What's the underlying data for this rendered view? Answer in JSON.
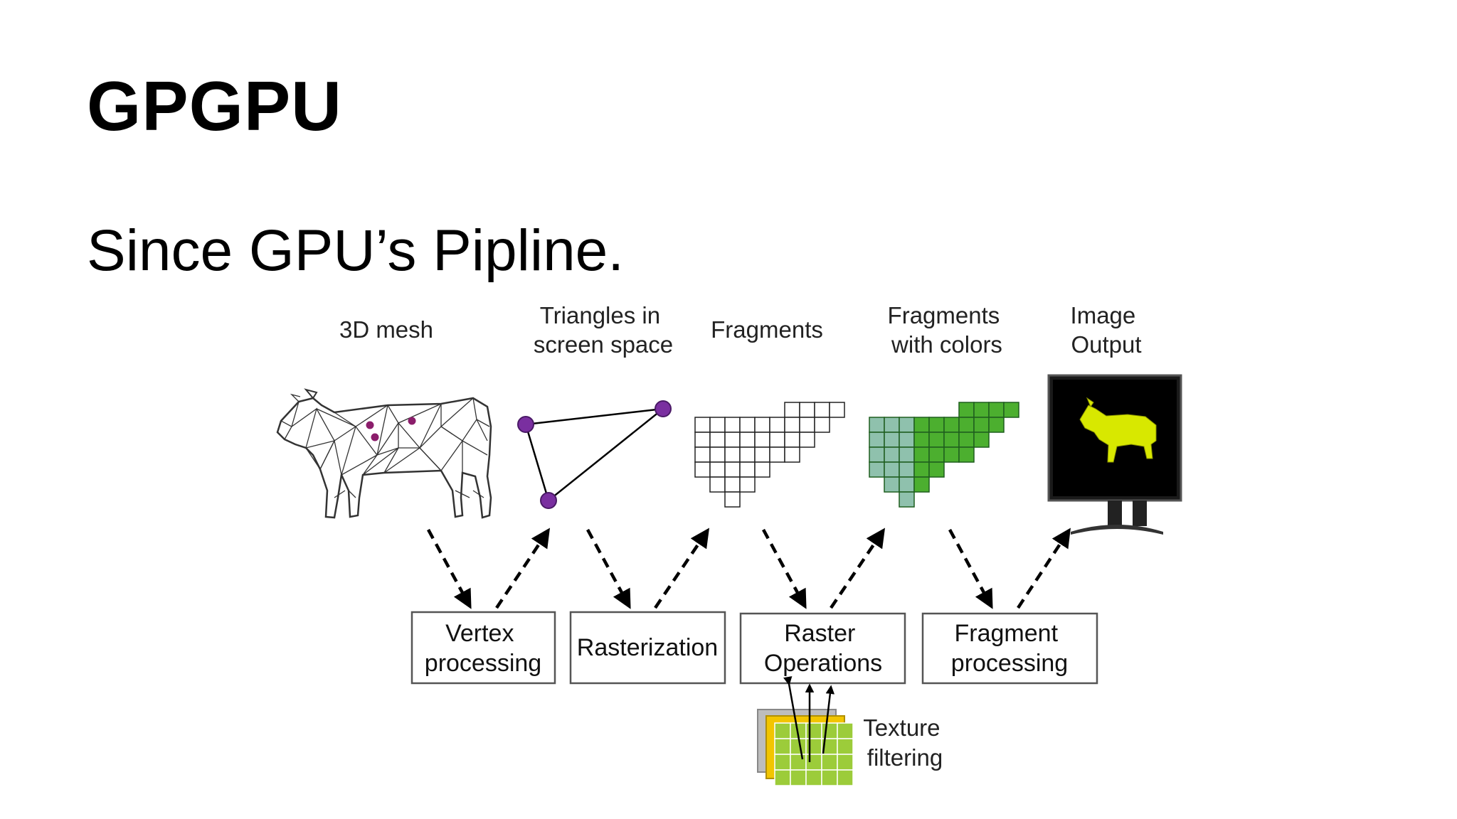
{
  "slide": {
    "title": "GPGPU",
    "subtitle": "Since GPU’s Pipline."
  },
  "diagram": {
    "stage_labels": {
      "mesh": [
        "3D mesh"
      ],
      "triangles": [
        "Triangles in",
        "screen space"
      ],
      "fragments": [
        "Fragments"
      ],
      "colored_fragments": [
        "Fragments",
        "with colors"
      ],
      "output": [
        "Image",
        "Output"
      ]
    },
    "process_boxes": {
      "vertex": [
        "Vertex",
        "processing"
      ],
      "raster": [
        "Rasterization"
      ],
      "rop": [
        "Raster",
        "Operations"
      ],
      "fragment": [
        "Fragment",
        "processing"
      ]
    },
    "texture_label": [
      "Texture",
      "filtering"
    ],
    "colors": {
      "vertex_dot": "#7a2fa0",
      "mesh_dot": "#8b1d6b",
      "fragment_green": "#4caf2f",
      "fragment_teal": "#8fc1ad",
      "texture_green": "#9ccc3a",
      "texture_yellow": "#f2c500",
      "texture_gray": "#bdbdbd",
      "monitor_screen": "#000000",
      "cow_render": "#d8e800"
    }
  }
}
